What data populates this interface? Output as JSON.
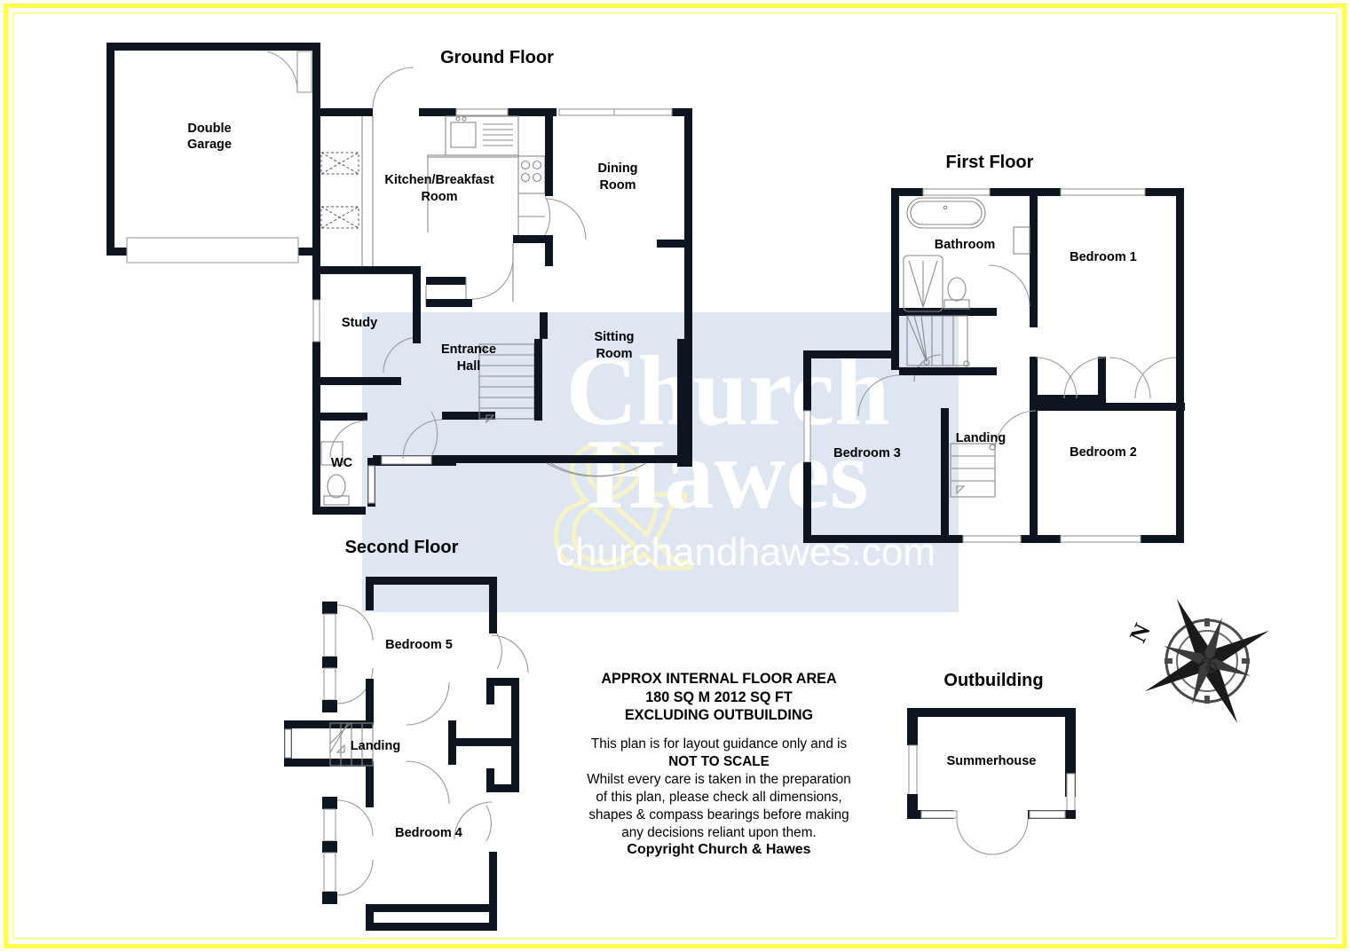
{
  "document": {
    "type": "property-floor-plan",
    "agent": "Church & Hawes",
    "watermark_line1": "Church",
    "watermark_line2": "Hawes",
    "watermark_amp": "&",
    "watermark_url": "churchandhawes.com"
  },
  "floors": [
    {
      "id": "ground",
      "title": "Ground Floor"
    },
    {
      "id": "first",
      "title": "First Floor"
    },
    {
      "id": "second",
      "title": "Second Floor"
    },
    {
      "id": "outbuilding",
      "title": "Outbuilding"
    }
  ],
  "rooms": {
    "garage": "Double\nGarage",
    "garage_l1": "Double",
    "garage_l2": "Garage",
    "kitchen_l1": "Kitchen/Breakfast",
    "kitchen_l2": "Room",
    "dining_l1": "Dining",
    "dining_l2": "Room",
    "study": "Study",
    "entrance_l1": "Entrance",
    "entrance_l2": "Hall",
    "sitting_l1": "Sitting",
    "sitting_l2": "Room",
    "wc": "WC",
    "bathroom": "Bathroom",
    "bedroom1": "Bedroom 1",
    "bedroom2": "Bedroom 2",
    "bedroom3": "Bedroom 3",
    "landing_first": "Landing",
    "bedroom4": "Bedroom 4",
    "bedroom5": "Bedroom 5",
    "landing_second": "Landing",
    "summerhouse": "Summerhouse"
  },
  "notes": {
    "area_line1": "APPROX INTERNAL FLOOR AREA",
    "area_line2": "180 SQ M 2012 SQ FT",
    "area_line3": "EXCLUDING OUTBUILDING",
    "disclaimer_line1": "This plan is for layout guidance only and is",
    "disclaimer_emph": "NOT TO SCALE",
    "disclaimer_line2": "Whilst every care is taken in the preparation",
    "disclaimer_line3": "of this plan, please check all dimensions,",
    "disclaimer_line4": "shapes & compass bearings before making",
    "disclaimer_line5": "any decisions reliant upon them.",
    "copyright": "Copyright Church & Hawes"
  },
  "compass": {
    "north_label": "N"
  },
  "colors": {
    "wall": "#0d1520",
    "border": "#ffff4d",
    "tint": "#dde6f1",
    "watermark": "#ffffff",
    "ampersand": "#f7f3c8"
  }
}
